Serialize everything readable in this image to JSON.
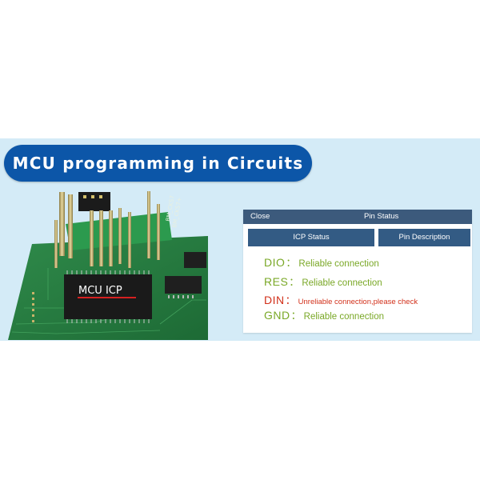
{
  "banner": {
    "title": "MCU programming in Circuits"
  },
  "board": {
    "chip_label": "MCU ICP",
    "small_board_label_1": "BM_CKS7",
    "small_board_label_2": "BM_CKS7+"
  },
  "panel": {
    "header": {
      "close_label": "Close",
      "title": "Pin Status"
    },
    "tabs": [
      {
        "label": "ICP Status"
      },
      {
        "label": "Pin Description"
      }
    ],
    "pins": [
      {
        "name": "DIO",
        "sep": "：",
        "message": "Reliable connection",
        "status": "ok"
      },
      {
        "name": "RES",
        "sep": "：",
        "message": "Reliable connection",
        "status": "ok"
      },
      {
        "name": "DIN",
        "sep": "：",
        "message": "Unreliable connection,please check",
        "status": "error"
      },
      {
        "name": "GND",
        "sep": "：",
        "message": "Reliable connection",
        "status": "ok"
      }
    ]
  },
  "colors": {
    "banner_bg": "#d4ebf7",
    "title_pill": "#0c56a8",
    "header_bar": "#3c5a7c",
    "tab": "#335b84",
    "ok": "#7aa827",
    "error": "#d2301a"
  }
}
